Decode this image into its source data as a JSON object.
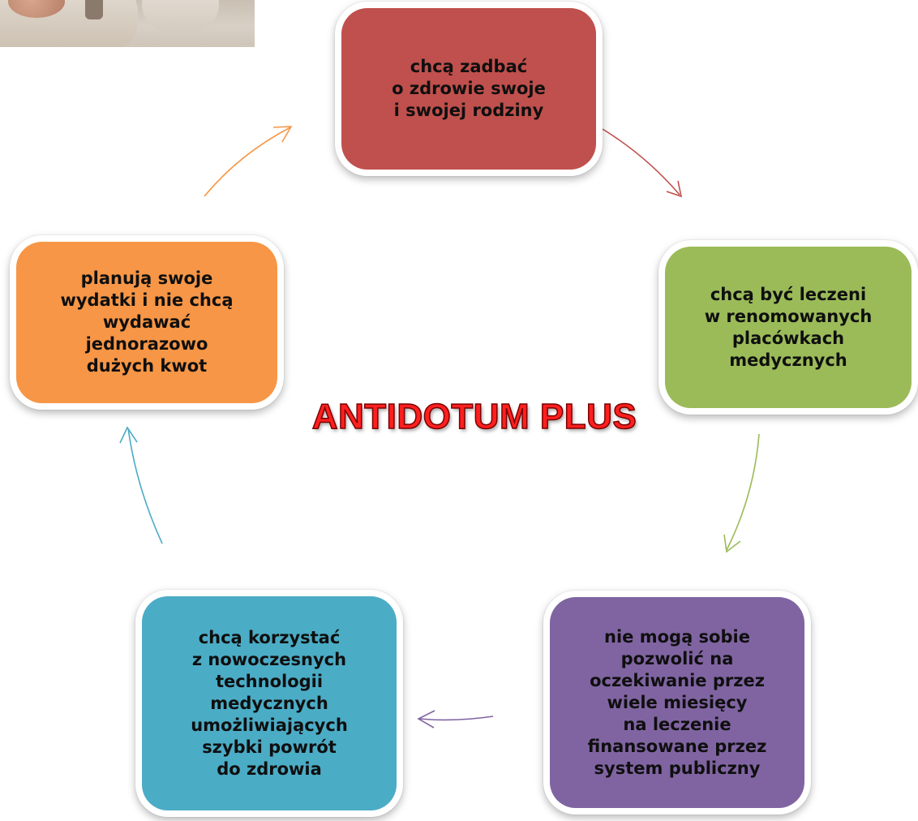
{
  "title": "ANTIDOTUM PLUS",
  "boxes": [
    {
      "id": "top",
      "text": "chcą zadbać\no zdrowie swoje\ni swojej rodziny",
      "color": "#c0504d"
    },
    {
      "id": "right",
      "text": "chcą być leczeni\nw renomowanych\nplacówkach\nmedycznych",
      "color": "#9bbb59"
    },
    {
      "id": "br",
      "text": "nie mogą sobie\npozwolić na\noczekiwanie przez\nwiele miesięcy\nna leczenie\nfinansowane przez\nsystem publiczny",
      "color": "#8064a2"
    },
    {
      "id": "bl",
      "text": "chcą korzystać\nz nowoczesnych\ntechnologii\nmedycznych\numożliwiających\nszybki powrót\ndo zdrowia",
      "color": "#4bacc6"
    },
    {
      "id": "left",
      "text": "planują swoje\nwydatki i nie chcą\nwydawać\njednorazowo\ndużych kwot",
      "color": "#f79646"
    }
  ],
  "arrows": [
    {
      "from": "top",
      "to": "right",
      "color": "#c0504d"
    },
    {
      "from": "right",
      "to": "br",
      "color": "#9bbb59"
    },
    {
      "from": "br",
      "to": "bl",
      "color": "#8064a2"
    },
    {
      "from": "bl",
      "to": "left",
      "color": "#4bacc6"
    },
    {
      "from": "left",
      "to": "top",
      "color": "#f79646"
    }
  ]
}
